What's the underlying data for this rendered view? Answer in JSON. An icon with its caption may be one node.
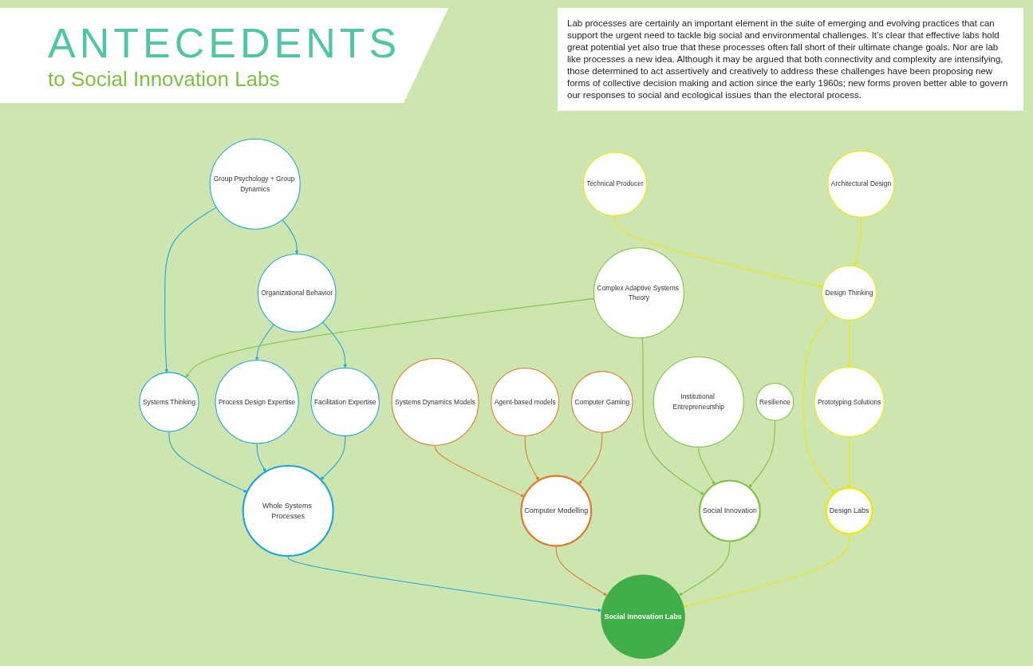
{
  "diagram": {
    "title": "ANTECEDENTS",
    "nodes": [
      {
        "text": [
          "Group Psychology + Group Dynamics"
        ]
      },
      {
        "text": [
          "Systems Thinking"
        ]
      },
      {
        "text": [
          "Organizational Behavior"
        ]
      },
      {
        "text": [
          "Process Design Expertise"
        ]
      },
      {
        "text": [
          "Facilitation Expertise"
        ]
      },
      {
        "text": [
          "Whole Systems Processes"
        ]
      },
      {
        "text": [
          "Systems Dynamics Models"
        ]
      },
      {
        "text": [
          "Complex Adaptive Systems Theory"
        ]
      },
      {
        "text": [
          "Resilience"
        ]
      },
      {
        "text": [
          "Technical Producer"
        ]
      },
      {
        "text": [
          "Architectural Design"
        ]
      },
      {
        "text": [
          "Agent-based models"
        ]
      },
      {
        "text": [
          "Computer Gaming"
        ]
      },
      {
        "text": [
          "Institutional Entrepreneurship"
        ]
      },
      {
        "text": [
          "Design Thinking"
        ]
      },
      {
        "text": [
          "Prototyping Solutions"
        ]
      },
      {
        "text": [
          "Computer Modelling"
        ]
      },
      {
        "text": [
          "Social Innovation"
        ]
      },
      {
        "text": [
          "Design Labs"
        ]
      },
      {
        "text": [
          "Social Innovation Labs"
        ]
      }
    ],
    "edges": [
      {
        "from": 0,
        "to": 1,
        "arrow": "to",
        "color": "#1aa3e0"
      },
      {
        "from": 0,
        "to": 2,
        "arrow": "to",
        "color": "#1aa3e0"
      },
      {
        "from": 2,
        "to": 3,
        "arrow": "to",
        "color": "#1aa3e0"
      },
      {
        "from": 2,
        "to": 4,
        "arrow": "to",
        "color": "#1aa3e0"
      },
      {
        "from": 1,
        "to": 5,
        "arrow": "to",
        "color": "#1aa3e0"
      },
      {
        "from": 3,
        "to": 5,
        "arrow": "to",
        "color": "#1aa3e0"
      },
      {
        "from": 4,
        "to": 5,
        "arrow": "to",
        "color": "#1aa3e0"
      },
      {
        "from": 7,
        "to": 1,
        "arrow": "to",
        "color": "#7dc142"
      },
      {
        "from": 6,
        "to": 16,
        "arrow": "to",
        "color": "#e07a2a"
      },
      {
        "from": 11,
        "to": 16,
        "arrow": "to",
        "color": "#e07a2a"
      },
      {
        "from": 12,
        "to": 16,
        "arrow": "to",
        "color": "#e07a2a"
      },
      {
        "from": 7,
        "to": 17,
        "arrow": "to",
        "color": "#7dc142"
      },
      {
        "from": 13,
        "to": 17,
        "arrow": "to",
        "color": "#7dc142"
      },
      {
        "from": 8,
        "to": 17,
        "arrow": "to",
        "color": "#7dc142"
      },
      {
        "from": 9,
        "to": 14,
        "arrow": "to",
        "color": "#f5e400"
      },
      {
        "from": 10,
        "to": 14,
        "arrow": "to",
        "color": "#f5e400"
      },
      {
        "from": 14,
        "to": 15,
        "arrow": "to",
        "color": "#f5e400"
      },
      {
        "from": 14,
        "to": 18,
        "arrow": "to",
        "color": "#f5e400"
      },
      {
        "from": 15,
        "to": 18,
        "arrow": "to",
        "color": "#f5e400"
      },
      {
        "from": 5,
        "to": 19,
        "arrow": "to",
        "color": "#1aa3e0"
      },
      {
        "from": 16,
        "to": 19,
        "arrow": "to",
        "color": "#e07a2a"
      },
      {
        "from": 17,
        "to": 19,
        "arrow": "to",
        "color": "#7dc142"
      },
      {
        "from": 18,
        "to": 19,
        "arrow": "to",
        "color": "#f5e400"
      }
    ],
    "labels": [
      "to Social Innovation Labs",
      "Lab processes are certainly an important element in the suite of emerging and evolving practices that can support the urgent need to tackle big social and environmental challenges. It’s clear that effective labs hold great potential yet also true that these processes often fall short of their ultimate change goals. Nor are lab like processes a new idea. Although it may be argued that both connectivity and complexity are intensifying, those determined to act assertively and creatively to address these challenges have been proposing new forms of collective decision making and action since the early 1960s; new forms proven better able to govern our responses to social and ecological issues than the electoral process."
    ]
  }
}
